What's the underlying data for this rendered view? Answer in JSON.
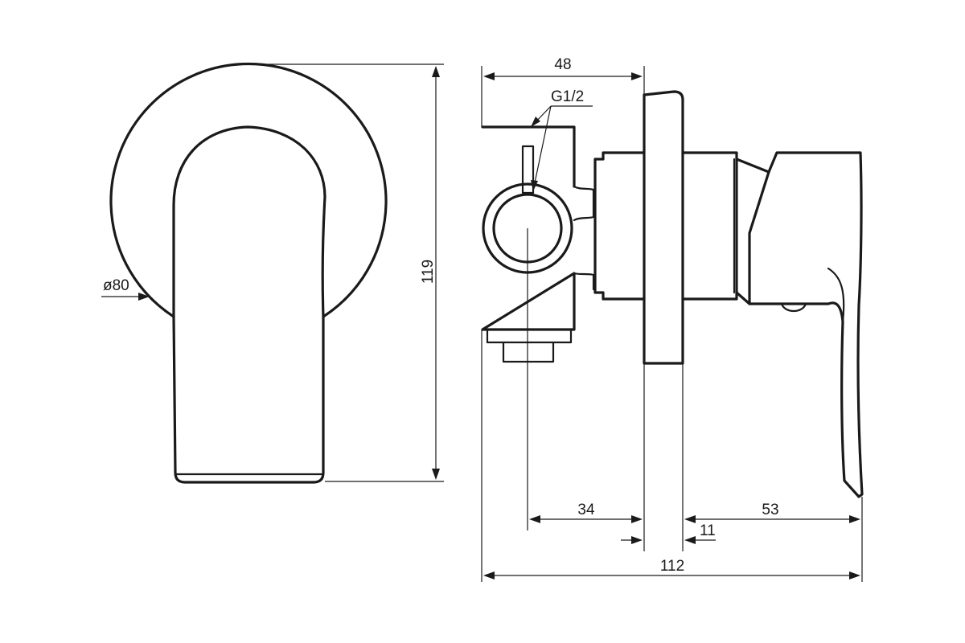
{
  "dimensions": {
    "diameter": "ø80",
    "height": "119",
    "depth_top": "48",
    "thread": "G1/2",
    "axis_to_wall": "34",
    "handle_projection": "53",
    "plate_thickness": "11",
    "overall_depth": "112"
  }
}
